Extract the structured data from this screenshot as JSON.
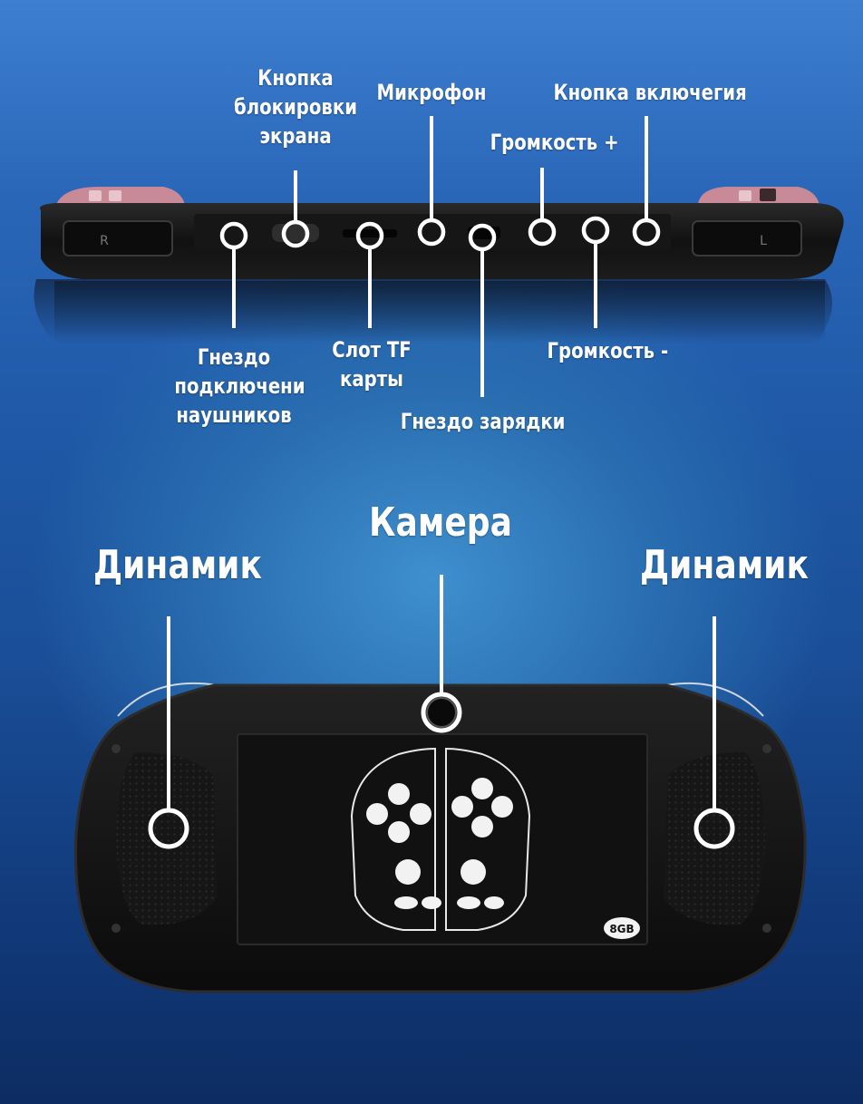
{
  "top_labels": {
    "lock_button": [
      "Кнопка",
      "блокировки",
      "экрана"
    ],
    "microphone": "Микрофон",
    "power_button": "Кнопка включегия",
    "volume_up": "Громкость +",
    "headphone_jack": [
      "Гнездо",
      "подключени",
      "наушников"
    ],
    "tf_slot": [
      "Слот TF",
      "карты"
    ],
    "charging_port": "Гнездо зарядки",
    "volume_down": "Громкость -"
  },
  "bottom_labels": {
    "camera": "Камера",
    "speaker_left": "Динамик",
    "speaker_right": "Динамик"
  },
  "device": {
    "shoulder_left": "R",
    "shoulder_right": "L",
    "memory_badge": "8GB"
  },
  "colors": {
    "background_top": "#3d7fd0",
    "background_bottom": "#0d2c63",
    "device_body": "#141414",
    "shoulder_accent": "#c98a98",
    "marker": "#ffffff"
  }
}
